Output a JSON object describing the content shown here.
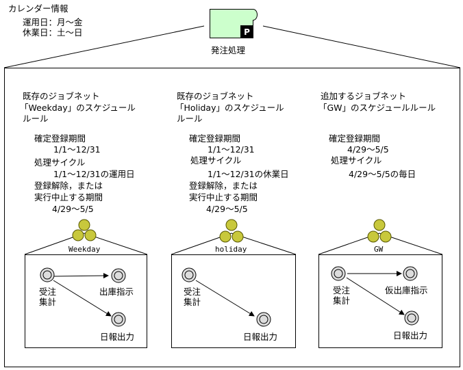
{
  "calendar": {
    "title": "カレンダー情報",
    "work_day": "運用日：月～金",
    "holiday": "休業日：土～日"
  },
  "top_jobnet": {
    "label": "発注処理",
    "badge": "P",
    "fill": "#ccffcc"
  },
  "columns": [
    {
      "desc1": "既存のジョブネット",
      "desc2": "「Weekday」のスケジュール",
      "desc3": "ルール",
      "period_label": "確定登録期間",
      "period_value": "1/1～12/31",
      "cycle_label": "処理サイクル",
      "cycle_value": "1/1～12/31の運用日",
      "cancel_label1": "登録解除，または",
      "cancel_label2": "実行中止する期間",
      "cancel_value": "4/29～5/5",
      "net_name": "Weekday",
      "job_a": [
        "受注",
        "集計"
      ],
      "job_b": "出庫指示",
      "job_c": "日報出力"
    },
    {
      "desc1": "既存のジョブネット",
      "desc2": "「Holiday」のスケジュール",
      "desc3": "ルール",
      "period_label": "確定登録期間",
      "period_value": "1/1～12/31",
      "cycle_label": "処理サイクル",
      "cycle_value": "1/1～12/31の休業日",
      "cancel_label1": "登録解除，または",
      "cancel_label2": "実行中止する期間",
      "cancel_value": "4/29～5/5",
      "net_name": "holiday",
      "job_a": [
        "受注",
        "集計"
      ],
      "job_c": "日報出力"
    },
    {
      "desc1": "追加するジョブネット",
      "desc2": "「GW」のスケジュールルール",
      "period_label": "確定登録期間",
      "period_value": "4/29～5/5",
      "cycle_label": "処理サイクル",
      "cycle_value": "4/29～5/5の毎日",
      "net_name": "GW",
      "job_a": [
        "受注",
        "集計"
      ],
      "job_b": "仮出庫指示",
      "job_c": "日報出力"
    }
  ],
  "colors": {
    "job_ball": "#c8c83c",
    "job_ball_stroke": "#555500",
    "job_node_fill": "#dddddd"
  }
}
